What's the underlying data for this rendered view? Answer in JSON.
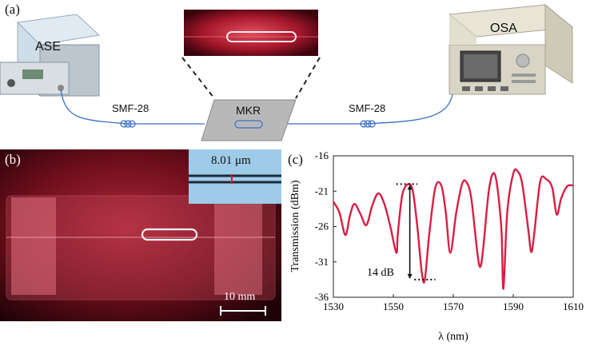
{
  "panel_a": {
    "label": "(a)",
    "source": "ASE",
    "analyzer": "OSA",
    "device": "MKR",
    "fiber_left": "SMF-28",
    "fiber_right": "SMF-28"
  },
  "panel_b": {
    "label": "(b)",
    "inset_width": "8.01 μm",
    "scale_bar": "10 mm"
  },
  "panel_c": {
    "label": "(c)",
    "annotation": "14 dB"
  },
  "colors": {
    "spectrum": "#d81e45",
    "fiber": "#3a6fc4",
    "stage": "#b8b8b8",
    "inset_bg": "#9ecbe8"
  },
  "chart_data": {
    "type": "line",
    "xlabel": "λ (nm)",
    "ylabel": "Transmission (dBm)",
    "xlim": [
      1530,
      1610
    ],
    "ylim": [
      -36,
      -16
    ],
    "xticks": [
      1530,
      1550,
      1570,
      1590,
      1610
    ],
    "yticks": [
      -16,
      -21,
      -26,
      -31,
      -36
    ],
    "series": [
      {
        "x": [
          1530,
          1532,
          1534,
          1535.5,
          1537,
          1539,
          1541,
          1543,
          1545,
          1547,
          1549,
          1551,
          1551.5,
          1553,
          1555,
          1556.5,
          1558,
          1559.5,
          1560.5,
          1562,
          1564,
          1566,
          1567.5,
          1569,
          1571,
          1573,
          1574.5,
          1576,
          1578,
          1579,
          1580,
          1582,
          1584,
          1586,
          1586.7,
          1588,
          1590,
          1591.5,
          1593,
          1595,
          1596,
          1597,
          1599,
          1601,
          1603,
          1604.5,
          1606,
          1608,
          1610
        ],
        "y": [
          -22.5,
          -24,
          -27.2,
          -24.5,
          -22.8,
          -24.2,
          -25.8,
          -23,
          -21.3,
          -22.8,
          -26,
          -29.7,
          -27,
          -21.5,
          -20,
          -21,
          -26,
          -32.5,
          -33.5,
          -27,
          -20.5,
          -20.2,
          -24,
          -29.7,
          -24,
          -19.9,
          -19.8,
          -22,
          -29.6,
          -31.7,
          -29,
          -20.5,
          -18.8,
          -26,
          -34.8,
          -24,
          -18.5,
          -18.2,
          -20,
          -26.4,
          -29.6,
          -27,
          -19.6,
          -19.3,
          -20.5,
          -24.3,
          -22,
          -20.3,
          -20.2
        ]
      }
    ]
  }
}
